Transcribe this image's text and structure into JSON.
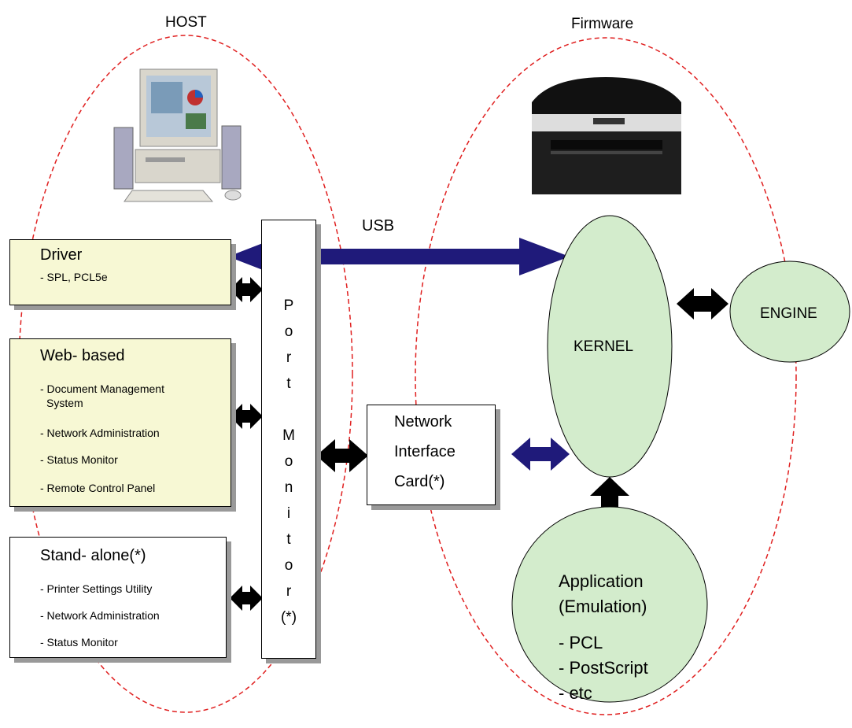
{
  "headers": {
    "host": "HOST",
    "firmware": "Firmware"
  },
  "usb_label": "USB",
  "driver": {
    "title": "Driver",
    "items": [
      "- SPL, PCL5e"
    ]
  },
  "web_based": {
    "title": "Web- based",
    "items": [
      "- Document Management",
      "System",
      "- Network Administration",
      "- Status Monitor",
      "- Remote Control Panel"
    ]
  },
  "standalone": {
    "title": "Stand- alone(*)",
    "items": [
      "- Printer Settings Utility",
      "- Network Administration",
      "- Status Monitor"
    ]
  },
  "port_monitor": {
    "letters": [
      "P",
      "o",
      "r",
      "t",
      "",
      "M",
      "o",
      "n",
      "i",
      "t",
      "o",
      "r",
      "(*)"
    ]
  },
  "nic": {
    "lines": [
      "Network",
      "Interface",
      "Card(*)"
    ]
  },
  "kernel": "KERNEL",
  "engine": "ENGINE",
  "application": {
    "title": "Application",
    "subtitle": "(Emulation)",
    "items": [
      "- PCL",
      "- PostScript",
      "- etc"
    ]
  },
  "colors": {
    "box_fill": "#f7f8d4",
    "node_fill": "#d3eccc",
    "usb_arrow": "#1f1a7a",
    "dash": "#e02020"
  },
  "icons": {
    "host": "desktop-computer-icon",
    "firmware": "laser-printer-icon"
  }
}
